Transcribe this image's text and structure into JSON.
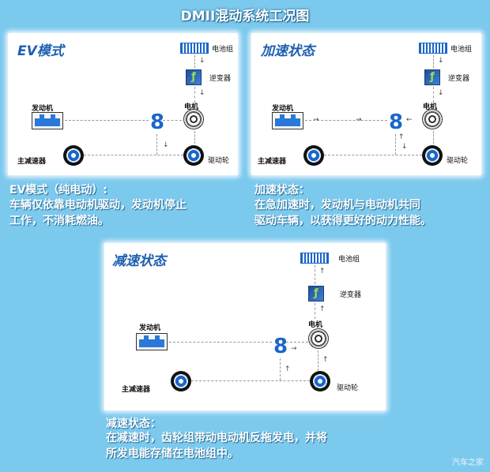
{
  "title": "DMII混动系统工况图",
  "labels": {
    "battery": "电池组",
    "inverter": "逆变器",
    "motor": "电机",
    "engine": "发动机",
    "reducer": "主减速器",
    "wheel": "驱动轮"
  },
  "panels": {
    "ev": {
      "title": "EV模式",
      "desc_title": "EV模式（纯电动）:",
      "desc_lines": [
        "车辆仅依靠电动机驱动，发动机停止",
        "工作，不消耗燃油。"
      ]
    },
    "accel": {
      "title": "加速状态",
      "desc_title": "加速状态：",
      "desc_lines": [
        "在急加速时，发动机与电动机共同",
        "驱动车辆，以获得更好的动力性能。"
      ]
    },
    "decel": {
      "title": "减速状态",
      "desc_title": "减速状态：",
      "desc_lines": [
        "在减速时，齿轮组带动电动机反拖发电，并将",
        "所发电能存储在电池组中。"
      ]
    }
  },
  "watermark": "汽车之家",
  "icons": [
    "battery-icon",
    "inverter-icon",
    "motor-icon",
    "engine-icon",
    "gear-icon",
    "wheel-icon"
  ]
}
